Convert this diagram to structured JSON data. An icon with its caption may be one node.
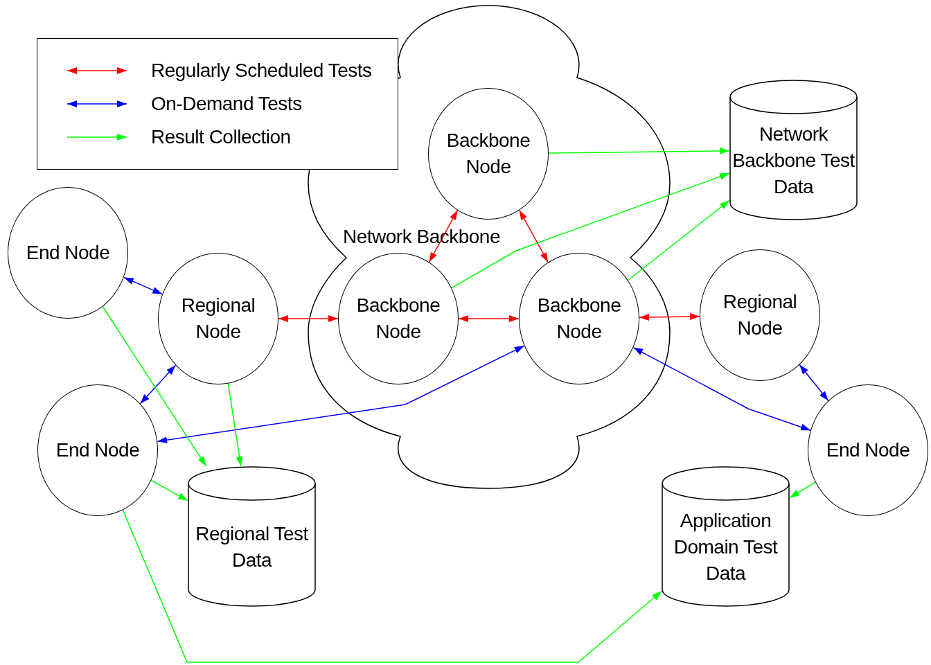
{
  "diagram": {
    "nodes": [
      {
        "text": [
          "Network Backbone"
        ]
      },
      {
        "text": [
          "Backbone Node"
        ],
        "in": 0
      },
      {
        "text": [
          "Network Backbone Test Data"
        ]
      },
      {
        "text": [
          "End Node"
        ]
      },
      {
        "text": [
          "Regional Node"
        ]
      },
      {
        "text": [
          "Backbone Node"
        ],
        "in": 0
      },
      {
        "text": [
          "Backbone Node"
        ],
        "in": 0
      },
      {
        "text": [
          "Regional Node"
        ]
      },
      {
        "text": [
          "End Node"
        ]
      },
      {
        "text": [
          "Regional Test Data"
        ]
      },
      {
        "text": [
          "End Node"
        ]
      },
      {
        "text": [
          "Application Domain Test Data"
        ]
      }
    ],
    "edges": [
      {
        "from": 1,
        "to": 5,
        "arrow": "both",
        "color": "#ff0000"
      },
      {
        "from": 1,
        "to": 6,
        "arrow": "both",
        "color": "#ff0000"
      },
      {
        "from": 4,
        "to": 5,
        "arrow": "both",
        "color": "#ff0000"
      },
      {
        "from": 5,
        "to": 6,
        "arrow": "both",
        "color": "#ff0000"
      },
      {
        "from": 6,
        "to": 7,
        "arrow": "both",
        "color": "#ff0000"
      },
      {
        "from": 3,
        "to": 4,
        "arrow": "both",
        "color": "#0000ff"
      },
      {
        "from": 4,
        "to": 8,
        "arrow": "both",
        "color": "#0000ff"
      },
      {
        "from": 8,
        "to": 6,
        "arrow": "both",
        "color": "#0000ff"
      },
      {
        "from": 6,
        "to": 10,
        "arrow": "both",
        "color": "#0000ff"
      },
      {
        "from": 7,
        "to": 10,
        "arrow": "both",
        "color": "#0000ff"
      },
      {
        "from": 1,
        "to": 2,
        "arrow": "to"
      },
      {
        "from": 5,
        "to": 2,
        "arrow": "to"
      },
      {
        "from": 6,
        "to": 2,
        "arrow": "to"
      },
      {
        "from": 3,
        "to": 9,
        "arrow": "to"
      },
      {
        "from": 4,
        "to": 9,
        "arrow": "to"
      },
      {
        "from": 8,
        "to": 9,
        "arrow": "to"
      },
      {
        "from": 10,
        "to": 11,
        "arrow": "to"
      },
      {
        "from": 8,
        "to": 11,
        "arrow": "to"
      }
    ],
    "legend": [
      {
        "text": "Regularly Scheduled Tests"
      },
      {
        "text": "On-Demand Tests"
      },
      {
        "text": "Result Collection"
      }
    ]
  }
}
